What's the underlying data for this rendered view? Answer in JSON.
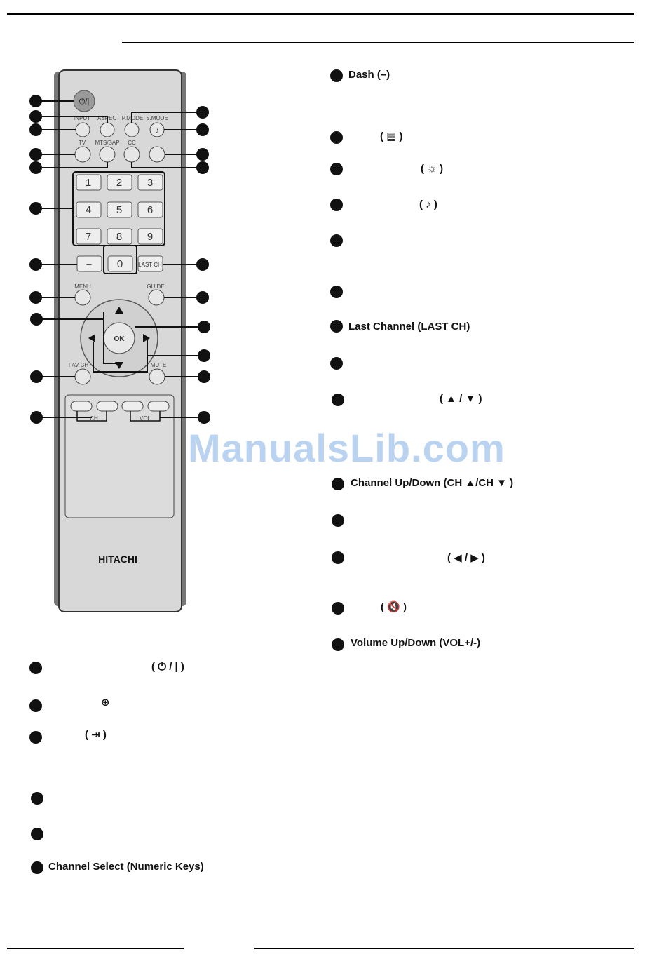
{
  "watermark": "ManualsLib.com",
  "remote": {
    "brand": "HITACHI",
    "labels": {
      "input": "INPUT",
      "aspect": "ASPECT",
      "pmode": "P.MODE",
      "smode": "S.MODE",
      "tv": "TV",
      "mts": "MTS/SAP",
      "cc": "CC",
      "menu": "MENU",
      "guide": "GUIDE",
      "fav": "FAV CH",
      "mute": "MUTE",
      "ch": "CH",
      "vol": "VOL",
      "ok": "OK",
      "lastch": "LAST CH",
      "dash": "–"
    },
    "keys": [
      "1",
      "2",
      "3",
      "4",
      "5",
      "6",
      "7",
      "8",
      "9",
      "0"
    ]
  },
  "left_items": [
    {
      "label": "",
      "symbol": "( ⏻ / | )"
    },
    {
      "label": "",
      "symbol": "⊕"
    },
    {
      "label": "",
      "symbol": "( ⇥ )"
    },
    {
      "label": "",
      "symbol": ""
    },
    {
      "label": "",
      "symbol": ""
    },
    {
      "label": "Channel Select (Numeric Keys)",
      "symbol": ""
    }
  ],
  "right_items": [
    {
      "label": "Dash (–)",
      "symbol": ""
    },
    {
      "label": "",
      "symbol": "( ▤ )"
    },
    {
      "label": "",
      "symbol": "( ☼ )"
    },
    {
      "label": "",
      "symbol": "( ♪ )"
    },
    {
      "label": "",
      "symbol": ""
    },
    {
      "label": "",
      "symbol": ""
    },
    {
      "label": "Last Channel (LAST CH)",
      "symbol": ""
    },
    {
      "label": "",
      "symbol": ""
    },
    {
      "label": "",
      "symbol": "( ▲ / ▼ )"
    },
    {
      "label": "Channel Up/Down (CH ▲/CH ▼ )",
      "symbol": ""
    },
    {
      "label": "",
      "symbol": ""
    },
    {
      "label": "",
      "symbol": "( ◀ / ▶ )"
    },
    {
      "label": "",
      "symbol": "( 🔇 )"
    },
    {
      "label": "Volume Up/Down (VOL+/-)",
      "symbol": ""
    }
  ]
}
